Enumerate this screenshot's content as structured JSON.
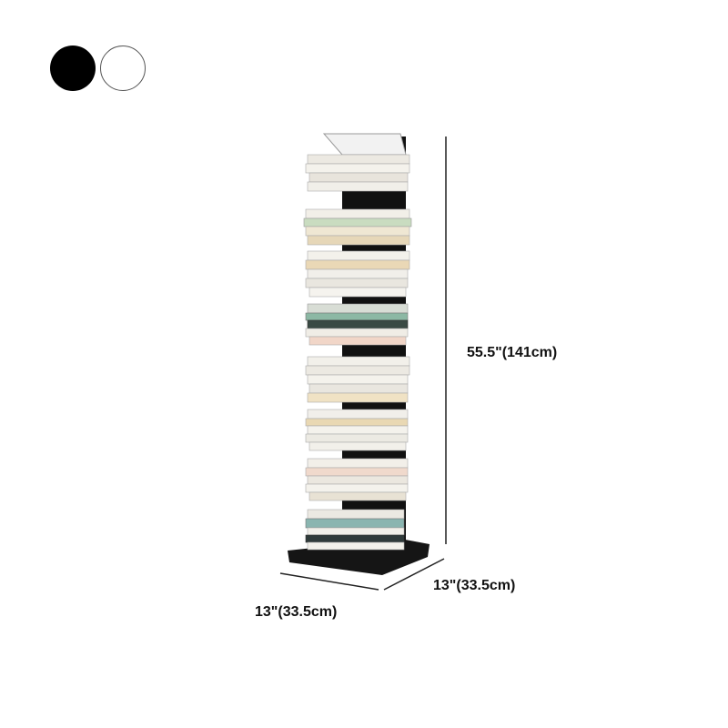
{
  "color_options": [
    {
      "name": "black",
      "color": "#000000"
    },
    {
      "name": "white",
      "color": "#ffffff"
    }
  ],
  "dimensions": {
    "height": "55.5\"(141cm)",
    "depth": "13\"(33.5cm)",
    "width": "13\"(33.5cm)"
  },
  "colors": {
    "frame": "#111111",
    "dimension_line": "#222222"
  },
  "shelf_count": 8
}
